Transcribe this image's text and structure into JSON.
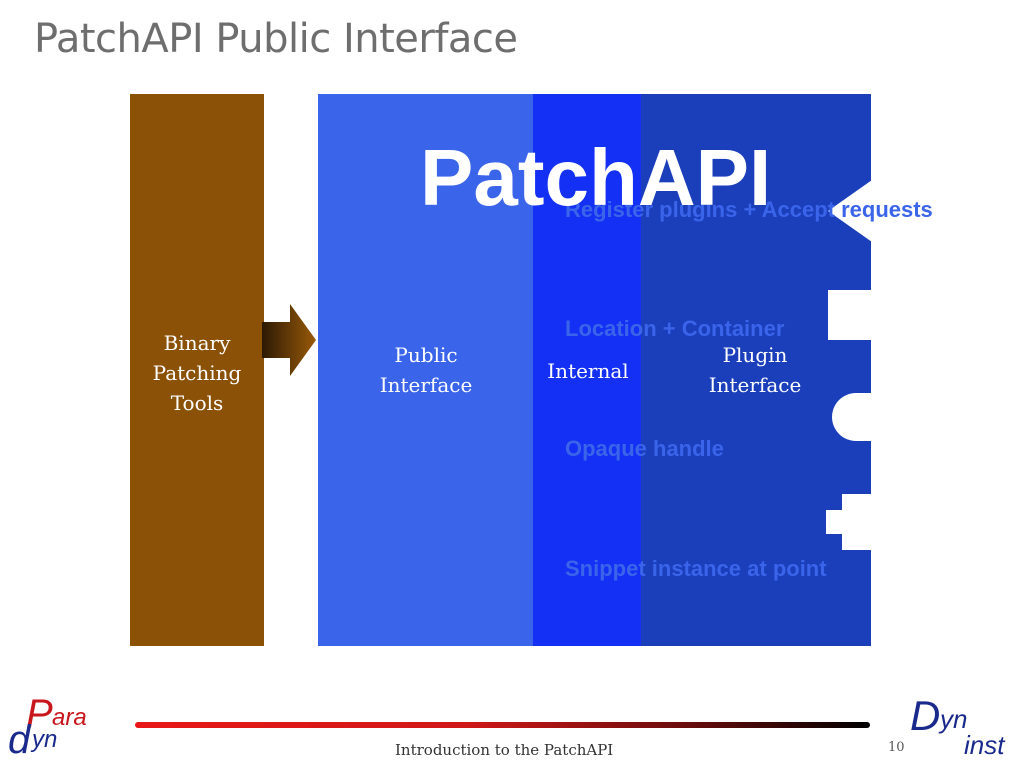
{
  "slide": {
    "title": "PatchAPI Public Interface"
  },
  "diagram": {
    "tools_label": "Binary\nPatching\nTools",
    "patchapi_label": "PatchAPI",
    "public_label": "Public\nInterface",
    "internal_label": "Internal",
    "plugin_label": "Plugin\nInterface",
    "interface_items": [
      "Register plugins  + Accept requests",
      "Location +  Container",
      "Opaque handle",
      "Snippet instance at point"
    ]
  },
  "footer": {
    "caption": "Introduction to the PatchAPI",
    "page_number": "10",
    "paradyn_logo": "Paradyn",
    "dyninst_logo": "Dyninst"
  },
  "colors": {
    "title": "#6e6e6e",
    "tools": "#8b5207",
    "public": "#3a64ea",
    "internal": "#1430f4",
    "plugin": "#1b3fbb",
    "accent_text": "#3a64ea",
    "paradyn_red": "#c8161d",
    "dyninst_blue": "#1a2a8c"
  }
}
